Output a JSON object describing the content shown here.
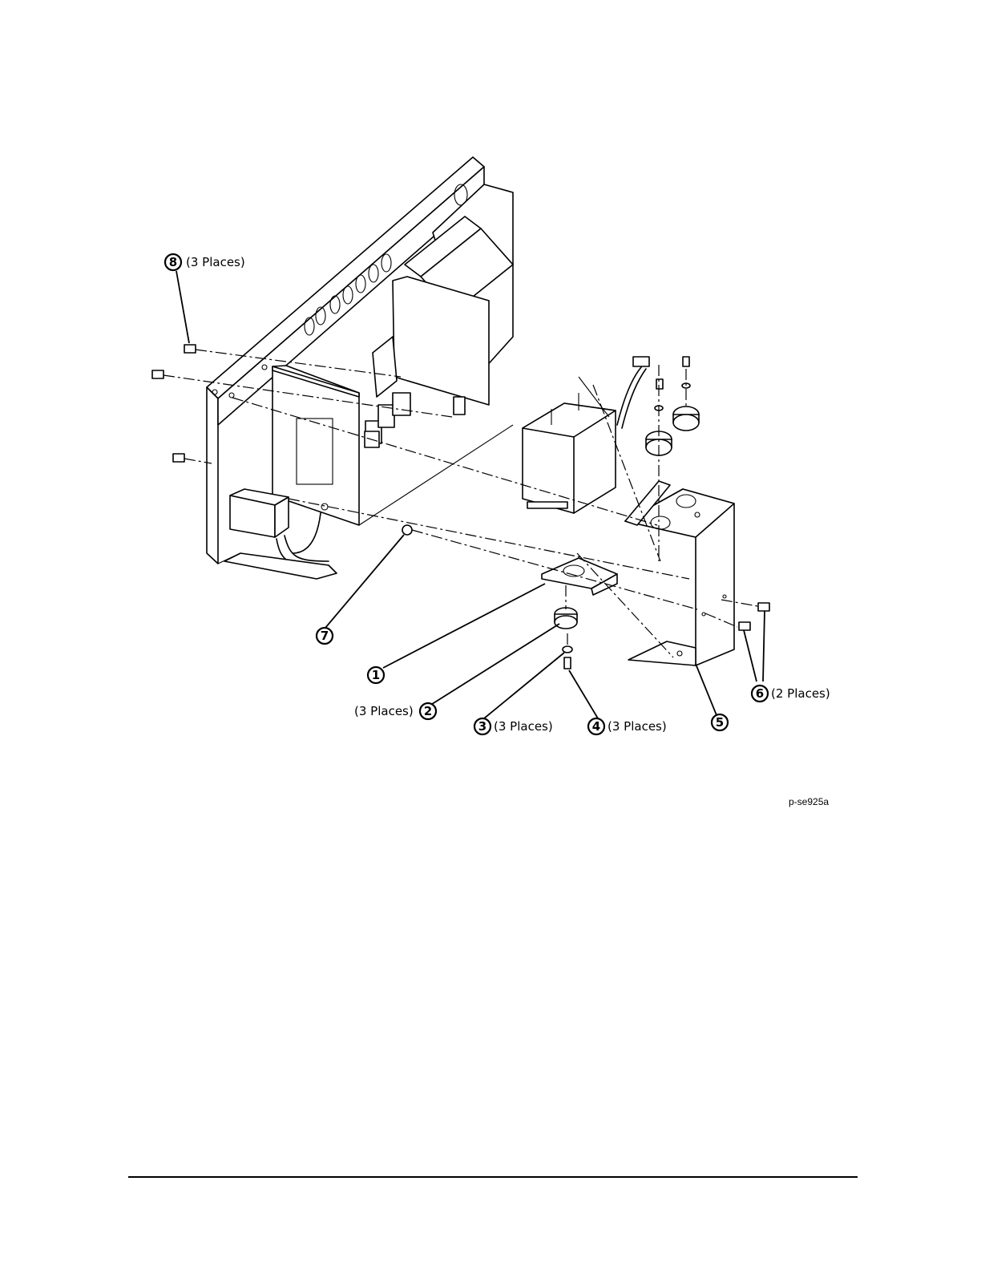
{
  "figure": {
    "id": "p-se925a",
    "callouts": [
      {
        "num": "1",
        "note": ""
      },
      {
        "num": "2",
        "note": "(3 Places)"
      },
      {
        "num": "3",
        "note": "(3 Places)"
      },
      {
        "num": "4",
        "note": "(3 Places)"
      },
      {
        "num": "5",
        "note": ""
      },
      {
        "num": "6",
        "note": "(2 Places)"
      },
      {
        "num": "7",
        "note": ""
      },
      {
        "num": "8",
        "note": "(3 Places)"
      }
    ]
  }
}
